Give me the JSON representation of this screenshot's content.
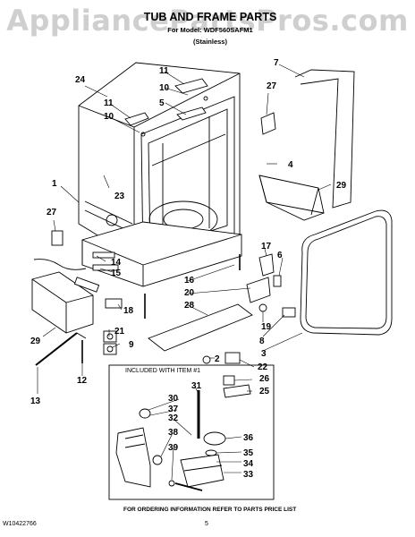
{
  "watermark": "AppliancePartsPros.com",
  "header": {
    "title": "TUB AND FRAME PARTS",
    "model_line": "For Model: WDF560SAFM1",
    "finish": "(Stainless)"
  },
  "inset_label": "INCLUDED WITH ITEM #1",
  "footer": {
    "note": "FOR ORDERING INFORMATION REFER TO PARTS PRICE LIST",
    "page": "5",
    "doc_number": "W10422766"
  },
  "part_labels": [
    "24",
    "11",
    "10",
    "5",
    "11",
    "10",
    "7",
    "27",
    "4",
    "29",
    "23",
    "1",
    "27",
    "17",
    "6",
    "14",
    "15",
    "16",
    "20",
    "28",
    "18",
    "29",
    "21",
    "9",
    "19",
    "8",
    "3",
    "2",
    "22",
    "26",
    "25",
    "13",
    "12",
    "31",
    "30",
    "37",
    "32",
    "38",
    "39",
    "36",
    "35",
    "34",
    "33"
  ],
  "colors": {
    "line": "#000000",
    "watermark": "#cfcfcf",
    "fill": "#ffffff"
  }
}
